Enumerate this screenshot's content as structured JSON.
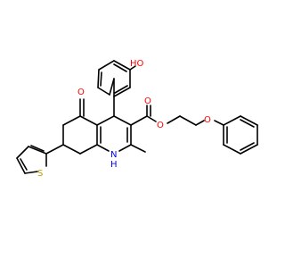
{
  "structure": {
    "colors": {
      "bond": "#000000",
      "oxygen": "#ff0000",
      "nitrogen": "#0000ff",
      "sulfur": "#b8a000",
      "background": "#ffffff"
    },
    "labels": {
      "ho": "HO",
      "ketone_o": "O",
      "ester_o_carbonyl": "O",
      "ester_o_single": "O",
      "ether_o": "O",
      "nh_n": "N",
      "nh_h": "H",
      "thiophene_s": "S"
    }
  }
}
